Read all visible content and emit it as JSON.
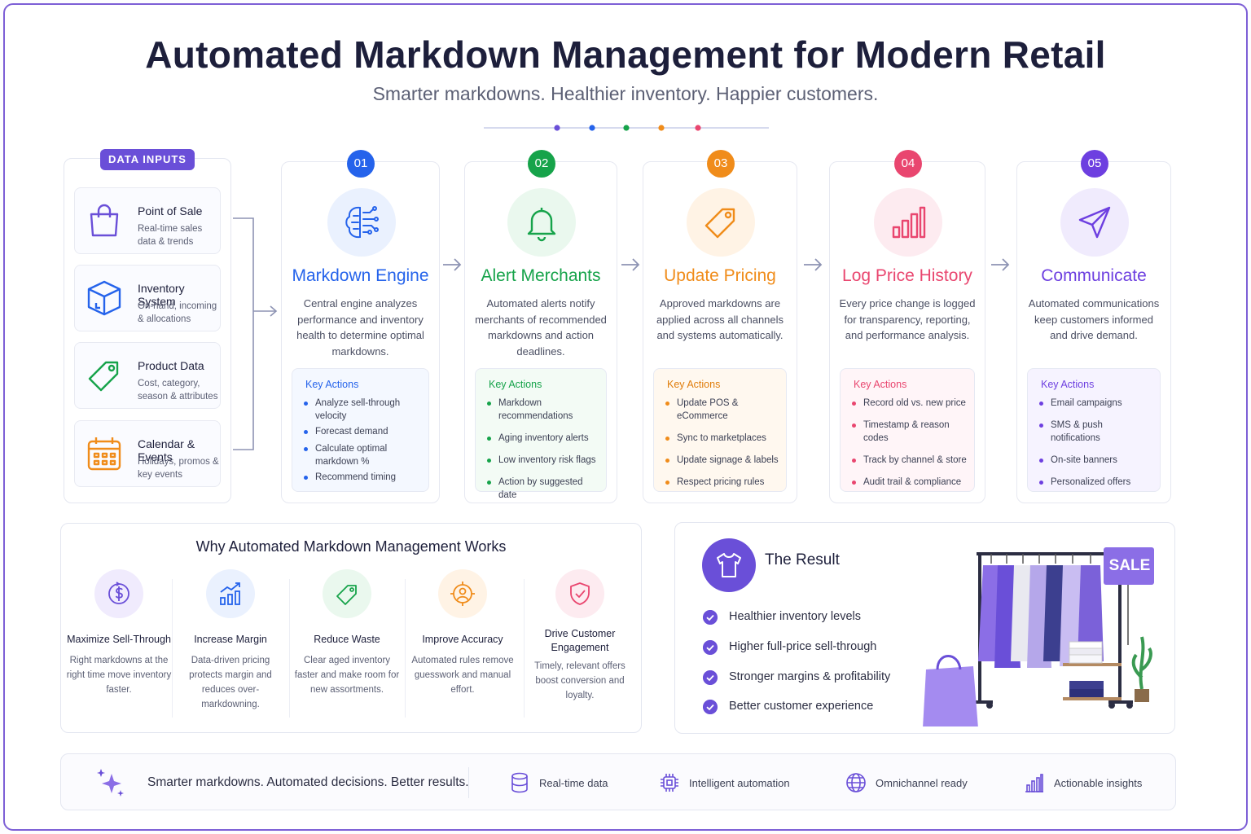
{
  "header": {
    "title": "Automated Markdown Management for Modern Retail",
    "subtitle": "Smarter markdowns. Healthier inventory. Happier customers."
  },
  "colors": {
    "purple": "#6a4fd8",
    "blue": "#2563eb",
    "green": "#16a34a",
    "orange": "#f08c1a",
    "pink": "#e9466f",
    "violet": "#6d3fe0"
  },
  "inputs": {
    "label": "DATA INPUTS",
    "items": [
      {
        "name": "Point of Sale",
        "desc": "Real-time sales data & trends",
        "icon": "shopping-bag-icon"
      },
      {
        "name": "Inventory System",
        "desc": "On-hand, incoming & allocations",
        "icon": "box-icon"
      },
      {
        "name": "Product Data",
        "desc": "Cost, category, season & attributes",
        "icon": "tag-icon"
      },
      {
        "name": "Calendar & Events",
        "desc": "Holidays, promos & key events",
        "icon": "calendar-icon"
      }
    ]
  },
  "steps": [
    {
      "num": "01",
      "title": "Markdown Engine",
      "icon": "brain-circuit-icon",
      "text": "Central engine analyzes performance and inventory health to determine optimal markdowns.",
      "ka_title": "Key Actions",
      "actions": [
        "Analyze sell-through velocity",
        "Forecast demand",
        "Calculate optimal markdown %",
        "Recommend timing"
      ]
    },
    {
      "num": "02",
      "title": "Alert Merchants",
      "icon": "bell-icon",
      "text": "Automated alerts notify merchants of recommended markdowns and action deadlines.",
      "ka_title": "Key Actions",
      "actions": [
        "Markdown recommendations",
        "Aging inventory alerts",
        "Low inventory risk flags",
        "Action by suggested date"
      ]
    },
    {
      "num": "03",
      "title": "Update Pricing",
      "icon": "price-tag-icon",
      "text": "Approved markdowns are applied across all channels and systems automatically.",
      "ka_title": "Key Actions",
      "actions": [
        "Update POS & eCommerce",
        "Sync to marketplaces",
        "Update signage & labels",
        "Respect pricing rules"
      ]
    },
    {
      "num": "04",
      "title": "Log Price History",
      "icon": "bar-chart-icon",
      "text": "Every price change is logged for transparency, reporting, and performance analysis.",
      "ka_title": "Key Actions",
      "actions": [
        "Record old vs. new price",
        "Timestamp & reason codes",
        "Track by channel & store",
        "Audit trail & compliance"
      ]
    },
    {
      "num": "05",
      "title": "Communicate",
      "icon": "paper-plane-icon",
      "text": "Automated communications keep customers informed and drive demand.",
      "ka_title": "Key Actions",
      "actions": [
        "Email campaigns",
        "SMS & push notifications",
        "On-site banners",
        "Personalized offers"
      ]
    }
  ],
  "why": {
    "title": "Why Automated Markdown Management Works",
    "items": [
      {
        "title": "Maximize Sell-Through",
        "desc": "Right markdowns at the right time move inventory faster.",
        "icon": "dollar-cycle-icon"
      },
      {
        "title": "Increase Margin",
        "desc": "Data-driven pricing protects margin and reduces over-markdowning.",
        "icon": "growth-chart-icon"
      },
      {
        "title": "Reduce Waste",
        "desc": "Clear aged inventory faster and make room for new assortments.",
        "icon": "tag-icon"
      },
      {
        "title": "Improve Accuracy",
        "desc": "Automated rules remove guesswork and manual effort.",
        "icon": "target-user-icon"
      },
      {
        "title": "Drive Customer Engagement",
        "desc": "Timely, relevant offers boost conversion and loyalty.",
        "icon": "shield-check-icon"
      }
    ]
  },
  "result": {
    "title": "The Result",
    "items": [
      "Healthier inventory levels",
      "Higher full-price sell-through",
      "Stronger margins & profitability",
      "Better customer experience"
    ],
    "sale_sign": "SALE"
  },
  "footer": {
    "tagline": "Smarter markdowns. Automated decisions. Better results.",
    "items": [
      {
        "label": "Real-time data",
        "icon": "database-icon"
      },
      {
        "label": "Intelligent automation",
        "icon": "chip-icon"
      },
      {
        "label": "Omnichannel ready",
        "icon": "globe-icon"
      },
      {
        "label": "Actionable insights",
        "icon": "insights-chart-icon"
      }
    ]
  }
}
